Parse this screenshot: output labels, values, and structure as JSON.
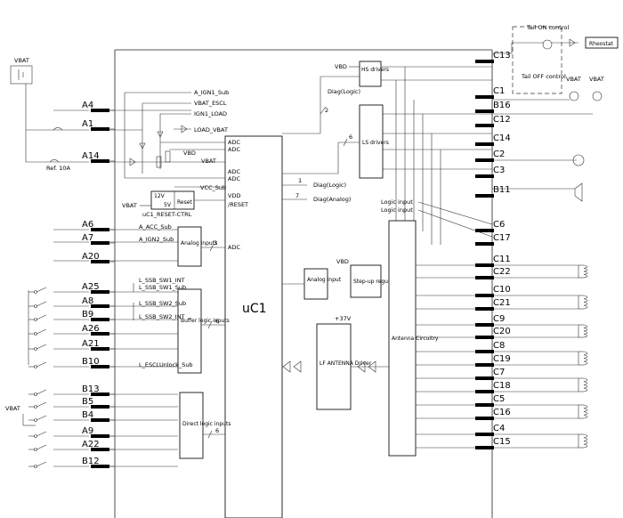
{
  "diagram": {
    "main_ic": "uC1",
    "left_pins": [
      "A4",
      "A1",
      "A14",
      "A6",
      "A7",
      "A20",
      "A25",
      "A8",
      "B9",
      "A26",
      "A21",
      "B10",
      "B13",
      "B5",
      "B4",
      "A9",
      "A22",
      "B12"
    ],
    "right_pins": [
      "C13",
      "C1",
      "B16",
      "C12",
      "C14",
      "C2",
      "C3",
      "B11",
      "C6",
      "C17",
      "C11",
      "C22",
      "C10",
      "C21",
      "C9",
      "C20",
      "C8",
      "C19",
      "C7",
      "C18",
      "C5",
      "C16",
      "C4",
      "C15"
    ],
    "labels": {
      "vbat_top": "VBAT",
      "fuse": "Ref. 10A",
      "vbat_left": "VBAT",
      "a_ign1": "A_IGN1_Sub",
      "vbat_escl": "VBAT_ESCL",
      "ign1_load": "IGN1_LOAD",
      "load_vbat": "LOAD_VBAT",
      "vbd1": "VBD",
      "vbat1": "VBAT",
      "adc1": "ADC",
      "adc2": "ADC",
      "adc3": "ADC",
      "adc4": "ADC",
      "vcc_sub": "VCC_Sub",
      "v12": "12V",
      "v5": "5V",
      "reset_box": "Reset",
      "vbat_reg": "VBAT",
      "reset_ctrl": "uC1_RESET-CTRL",
      "vdd": "VDD",
      "nreset": "/RESET",
      "a_acc": "A_ACC_Sub",
      "a_ign2": "A_IGN2_Sub",
      "analog_inputs": "Analog inputs",
      "n3": "3",
      "adc5": "ADC",
      "l_ssb_int": "L_SSB_SW1_INT",
      "l_ssb_sub": "L_SSB_SW1_Sub",
      "l_ssb_sw2_sub": "L_SSB_SW2_Sub",
      "l_ssb_sw2_int": "L_SSB_SW2_INT",
      "buffer_logic": "Buffer logic inputs",
      "n6a": "6",
      "escl_unlock": "L_ESCLUnlock_Sub",
      "vbat_bottom": "VBAT",
      "direct_logic": "Direct logic inputs",
      "n6b": "6",
      "vbd_hs": "VBD",
      "hs_drivers": "HS drivers",
      "diag_logic_top": "Diag(Logic)",
      "n2": "2",
      "ls_drivers": "LS drivers",
      "n6c": "6",
      "n1": "1",
      "diag_logic": "Diag(Logic)",
      "n7": "7",
      "diag_analog": "Diag(Analog)",
      "tail_on": "Tail ON control",
      "tail_off": "Tail OFF control",
      "rheostat": "Rheostat",
      "vbat_r1": "VBAT",
      "vbat_r2": "VBAT",
      "logic_input1": "Logic input",
      "logic_input2": "Logic input",
      "analog_input": "Analog input",
      "vbd_step": "VBD",
      "stepup": "Step-up regulator",
      "v37": "+37V",
      "lf_antenna": "LF ANTENNA Driver",
      "antenna_circuitry": "Antenna Circuitry"
    }
  }
}
